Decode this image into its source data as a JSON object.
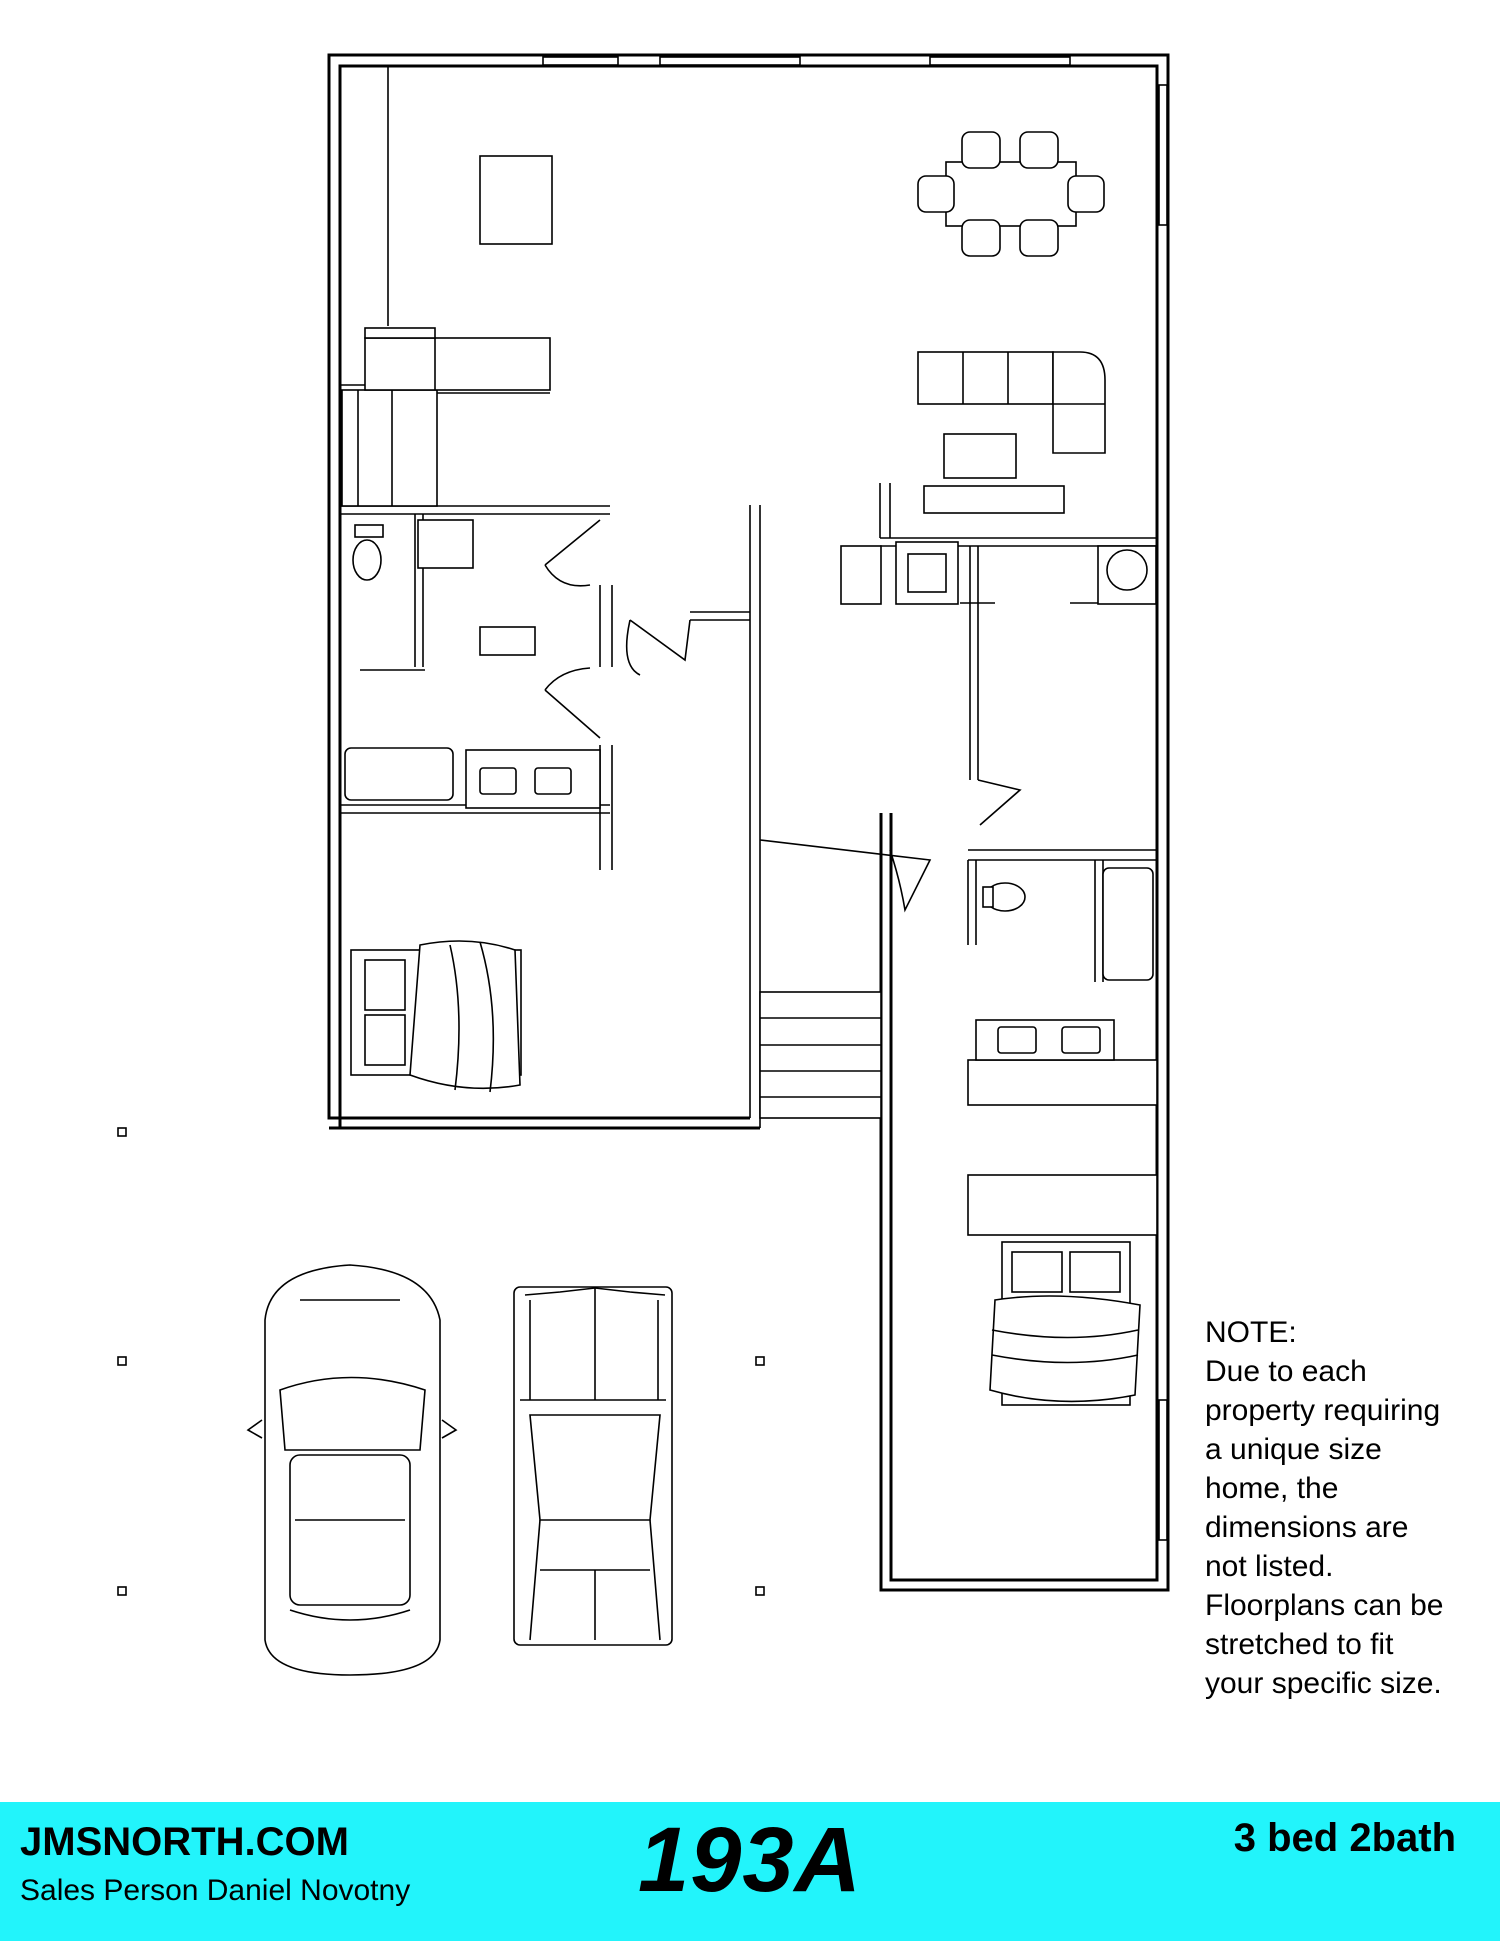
{
  "note": {
    "heading": "NOTE:",
    "lines": [
      "Due to each",
      "property requiring",
      "a unique size",
      "home, the",
      "dimensions are",
      "not listed.",
      "Floorplans can be",
      "stretched to fit",
      "your specific size."
    ]
  },
  "footer": {
    "website": "JMSNORTH.COM",
    "sales_person": "Sales Person Daniel Novotny",
    "model_number": "193A",
    "bed_bath": "3 bed 2bath"
  },
  "colors": {
    "footer_bg": "#22f4fb",
    "lines": "#000000"
  },
  "icons": [
    "dining-table-icon",
    "sectional-sofa-icon",
    "coffee-table-icon",
    "tv-stand-icon",
    "kitchen-island-icon",
    "toilet-icon",
    "bathtub-icon",
    "double-sink-icon",
    "bed-icon",
    "washer-icon",
    "dryer-icon",
    "stairs-icon",
    "car-icon",
    "truck-icon"
  ]
}
